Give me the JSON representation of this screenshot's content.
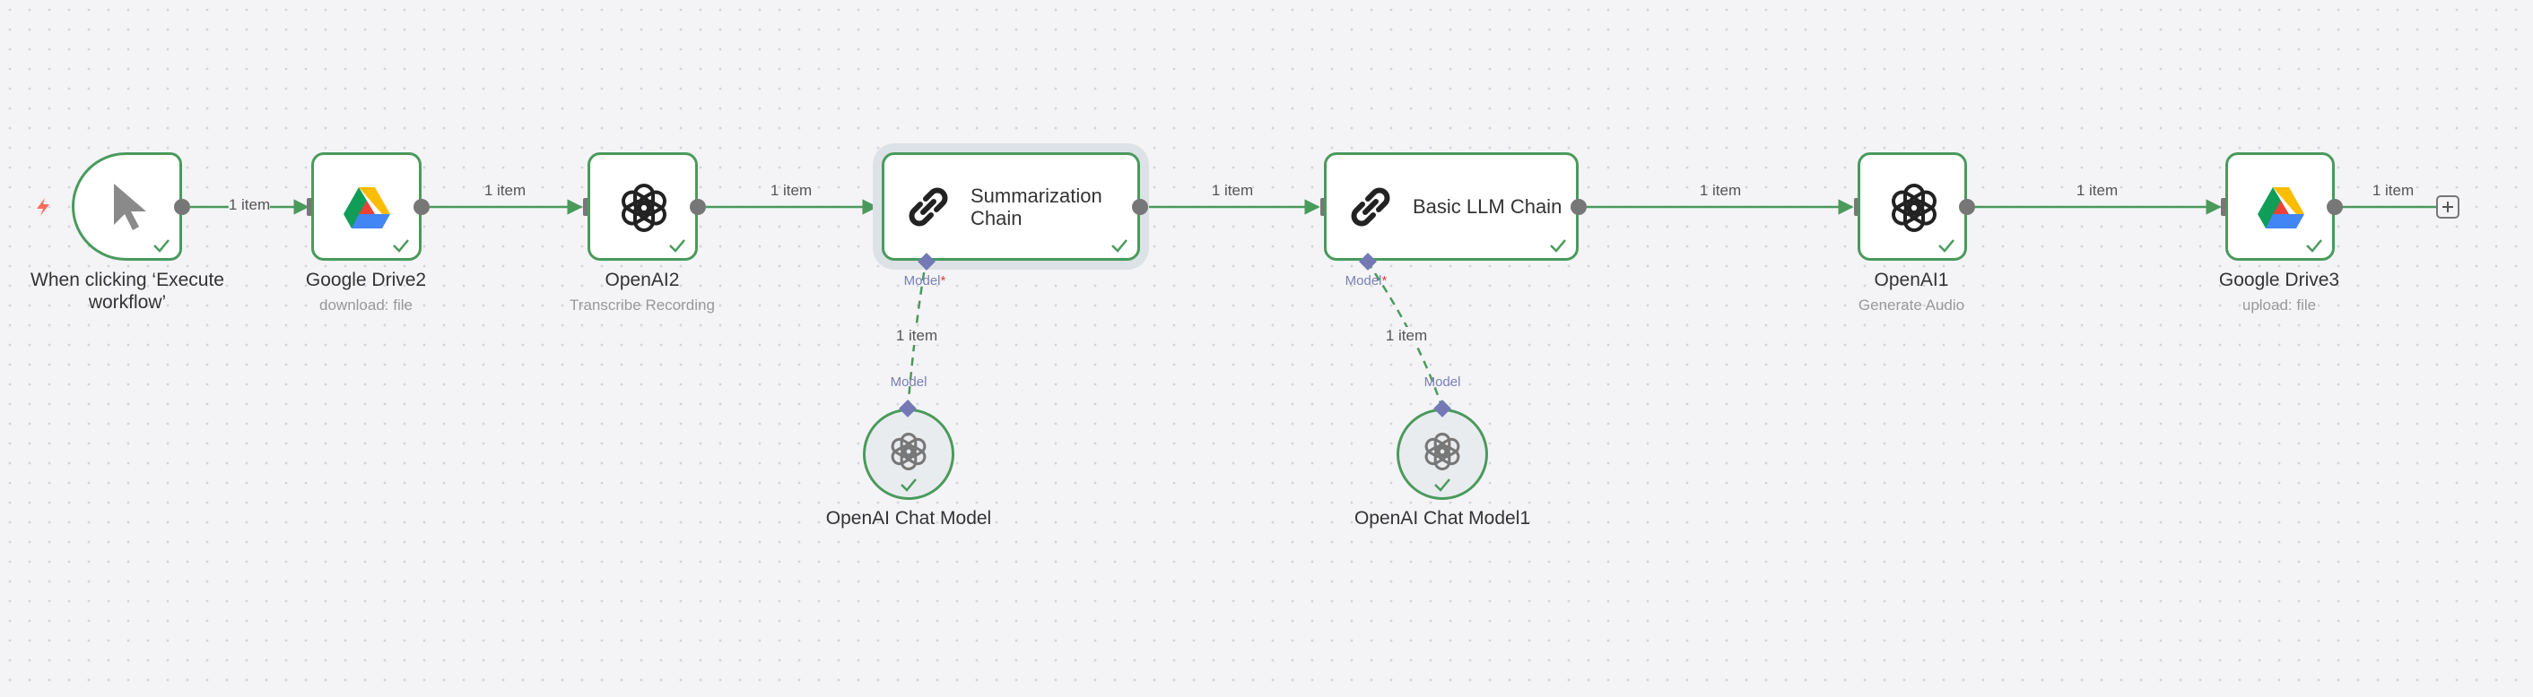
{
  "canvas": {
    "background": "#f4f4f6",
    "connection_color": "#4a9a5c",
    "port_color": "#7479b5"
  },
  "nodes": {
    "trigger": {
      "label": "When clicking ‘Execute workflow’",
      "icon": "cursor-icon",
      "status": "success"
    },
    "gdrive2": {
      "label": "Google Drive2",
      "subtitle": "download: file",
      "icon": "google-drive-icon",
      "status": "success"
    },
    "openai2": {
      "label": "OpenAI2",
      "subtitle": "Transcribe Recording",
      "icon": "openai-icon",
      "status": "success"
    },
    "summarization": {
      "label": "Summarization Chain",
      "icon": "chain-link-icon",
      "status": "success"
    },
    "basic_llm": {
      "label": "Basic LLM Chain",
      "icon": "chain-link-icon",
      "status": "success"
    },
    "openai1": {
      "label": "OpenAI1",
      "subtitle": "Generate Audio",
      "icon": "openai-icon",
      "status": "success"
    },
    "gdrive3": {
      "label": "Google Drive3",
      "subtitle": "upload: file",
      "icon": "google-drive-icon",
      "status": "success"
    },
    "chat_model": {
      "label": "OpenAI Chat Model",
      "icon": "openai-icon",
      "status": "success"
    },
    "chat_model1": {
      "label": "OpenAI Chat Model1",
      "icon": "openai-icon",
      "status": "success"
    }
  },
  "edges": {
    "e1": "1 item",
    "e2": "1 item",
    "e3": "1 item",
    "e4": "1 item",
    "e5": "1 item",
    "e6": "1 item",
    "e7": "1 item",
    "m1": "1 item",
    "m2": "1 item"
  },
  "ports": {
    "model": "Model",
    "required_mark": "*"
  }
}
